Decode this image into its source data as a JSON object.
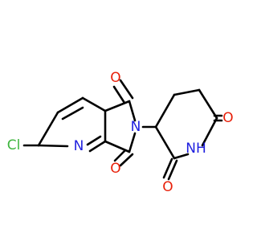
{
  "molecule": {
    "atoms": {
      "Cl": {
        "label": "Cl",
        "color": "#3db53d"
      },
      "N_pyr": {
        "label": "N",
        "color": "#1f1fdf"
      },
      "N_imide": {
        "label": "N",
        "color": "#1f1fdf"
      },
      "NH": {
        "label": "NH",
        "color": "#1f1fdf"
      },
      "O_top": {
        "label": "O",
        "color": "#e8200a"
      },
      "O_bottom": {
        "label": "O",
        "color": "#e8200a"
      },
      "O_right": {
        "label": "O",
        "color": "#e8200a"
      },
      "O_left": {
        "label": "O",
        "color": "#e8200a"
      }
    },
    "bond_color": "#000000"
  }
}
